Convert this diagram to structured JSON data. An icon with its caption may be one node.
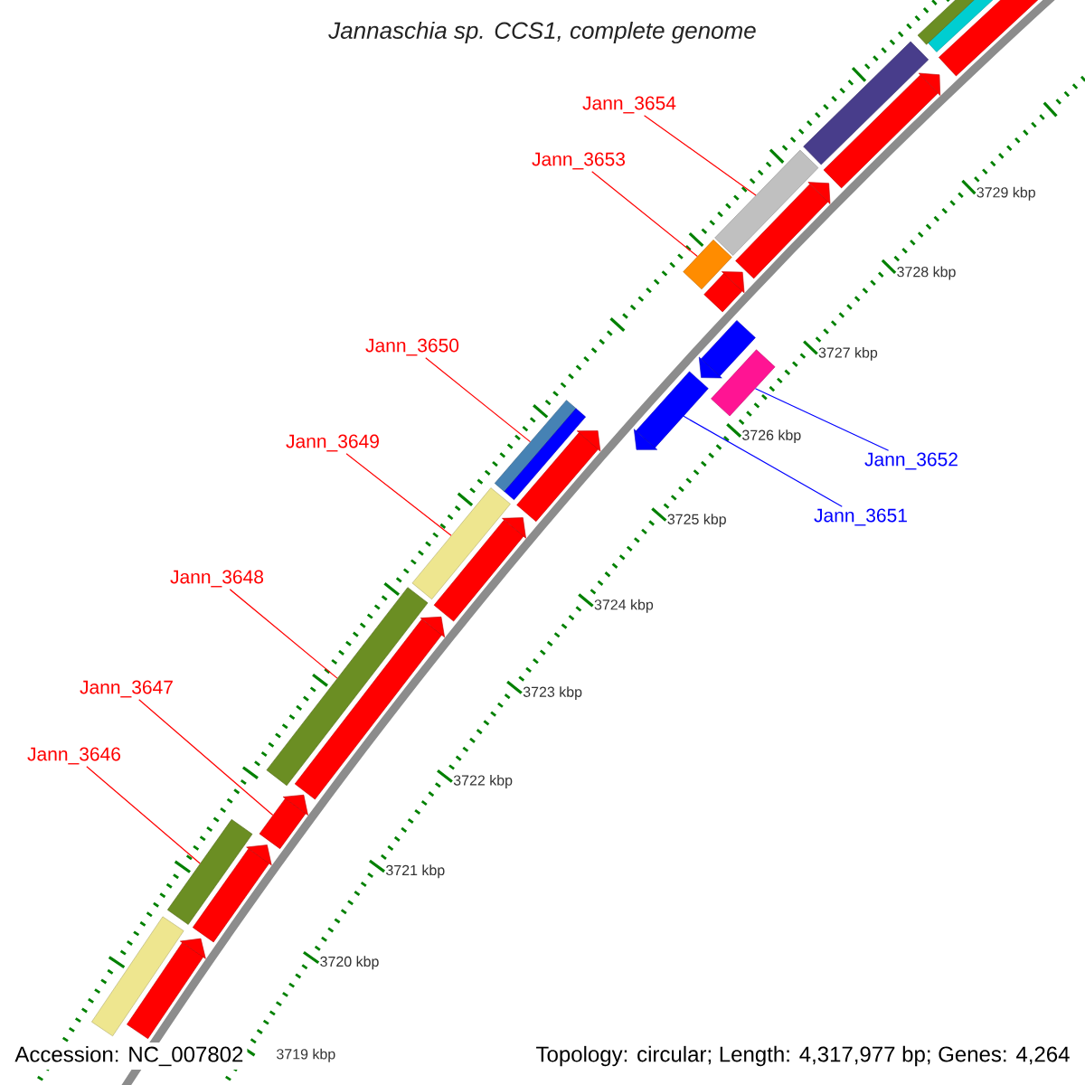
{
  "diagram": {
    "title": "Jannaschia sp. CCS1, complete genome",
    "nodes": [
      {
        "text": [
          "Jann_3654"
        ]
      },
      {
        "text": [
          "Jann_3653"
        ]
      },
      {
        "text": [
          "Jann_3650"
        ]
      },
      {
        "text": [
          "Jann_3649"
        ]
      },
      {
        "text": [
          "Jann_3652"
        ]
      },
      {
        "text": [
          "Jann_3651"
        ]
      },
      {
        "text": [
          "Jann_3648"
        ]
      },
      {
        "text": [
          "Jann_3647"
        ]
      },
      {
        "text": [
          "Jann_3646"
        ]
      },
      {
        "text": [],
        "shape": "arrow"
      },
      {
        "text": [],
        "shape": "bar"
      },
      {
        "text": [],
        "shape": "bar"
      },
      {
        "text": [],
        "shape": "bar"
      },
      {
        "text": [],
        "shape": "arrow"
      },
      {
        "text": [],
        "shape": "bar"
      },
      {
        "text": [],
        "shape": "arrow"
      },
      {
        "text": [],
        "shape": "bar"
      },
      {
        "text": [],
        "shape": "arrow"
      },
      {
        "text": [],
        "shape": "arrow"
      },
      {
        "text": [],
        "shape": "bar"
      },
      {
        "text": [],
        "shape": "arrow"
      },
      {
        "text": [],
        "shape": "bar"
      },
      {
        "text": [],
        "shape": "bar"
      },
      {
        "text": [],
        "shape": "arrow"
      },
      {
        "text": [],
        "shape": "bar"
      },
      {
        "text": [],
        "shape": "arrow"
      },
      {
        "text": [],
        "shape": "bar"
      },
      {
        "text": [],
        "shape": "arrow"
      },
      {
        "text": [],
        "shape": "arrow"
      },
      {
        "text": [],
        "shape": "bar"
      },
      {
        "text": [],
        "shape": "arrow"
      },
      {
        "text": [],
        "shape": "bar"
      },
      {
        "text": [],
        "shape": "arrow"
      }
    ],
    "edges": [
      {
        "from": 0,
        "to": 14,
        "arrow": "none"
      },
      {
        "from": 1,
        "to": 16,
        "arrow": "none"
      },
      {
        "from": 2,
        "to": 21,
        "arrow": "none"
      },
      {
        "from": 3,
        "to": 24,
        "arrow": "none"
      },
      {
        "from": 4,
        "to": 19,
        "arrow": "none",
        "color": "#0000ff"
      },
      {
        "from": 5,
        "to": 20,
        "arrow": "none",
        "color": "#0000ff"
      },
      {
        "from": 6,
        "to": 26,
        "arrow": "none"
      },
      {
        "from": 7,
        "to": 28,
        "arrow": "none"
      },
      {
        "from": 8,
        "to": 29,
        "arrow": "none"
      }
    ],
    "labels": [
      "3729 kbp",
      "3728 kbp",
      "3727 kbp",
      "3726 kbp",
      "3725 kbp",
      "3724 kbp",
      "3723 kbp",
      "3722 kbp",
      "3721 kbp",
      "3720 kbp",
      "3719 kbp",
      "Accession: NC_007802",
      "Topology: circular; Length: 4,317,977 bp; Genes: 4,264"
    ]
  }
}
